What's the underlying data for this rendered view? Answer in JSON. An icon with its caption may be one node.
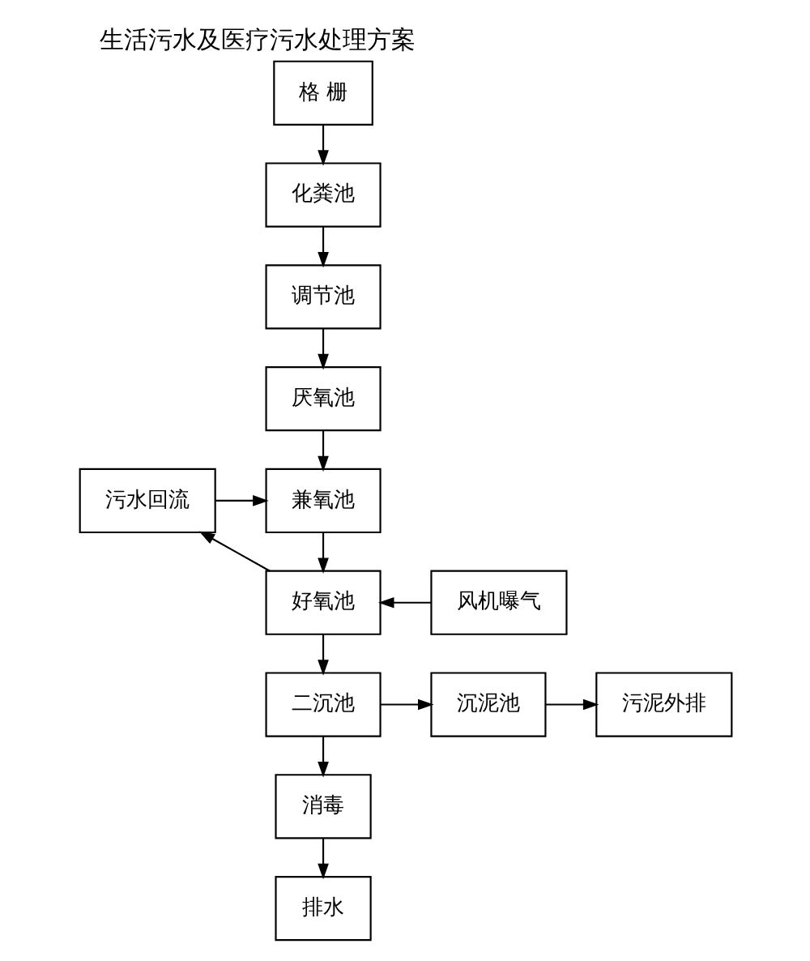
{
  "diagram": {
    "title": "生活污水及医疗污水处理方案",
    "nodes": [
      {
        "text": [
          "格 栅"
        ]
      },
      {
        "text": [
          "化粪池"
        ]
      },
      {
        "text": [
          "调节池"
        ]
      },
      {
        "text": [
          "厌氧池"
        ]
      },
      {
        "text": [
          "污水回流"
        ]
      },
      {
        "text": [
          "兼氧池"
        ]
      },
      {
        "text": [
          "好氧池"
        ]
      },
      {
        "text": [
          "风机曝气"
        ]
      },
      {
        "text": [
          "二沉池"
        ]
      },
      {
        "text": [
          "沉泥池"
        ]
      },
      {
        "text": [
          "污泥外排"
        ]
      },
      {
        "text": [
          "消毒"
        ]
      },
      {
        "text": [
          "排水"
        ]
      }
    ],
    "edges": [
      {
        "from": 0,
        "to": 1,
        "arrow": "to"
      },
      {
        "from": 1,
        "to": 2,
        "arrow": "to"
      },
      {
        "from": 2,
        "to": 3,
        "arrow": "to"
      },
      {
        "from": 3,
        "to": 5,
        "arrow": "to"
      },
      {
        "from": 4,
        "to": 5,
        "arrow": "to"
      },
      {
        "from": 5,
        "to": 6,
        "arrow": "to"
      },
      {
        "from": 7,
        "to": 6,
        "arrow": "to"
      },
      {
        "from": 6,
        "to": 4,
        "arrow": "to"
      },
      {
        "from": 6,
        "to": 8,
        "arrow": "to"
      },
      {
        "from": 8,
        "to": 9,
        "arrow": "to"
      },
      {
        "from": 9,
        "to": 10,
        "arrow": "to"
      },
      {
        "from": 8,
        "to": 11,
        "arrow": "to"
      },
      {
        "from": 11,
        "to": 12,
        "arrow": "to"
      }
    ]
  }
}
